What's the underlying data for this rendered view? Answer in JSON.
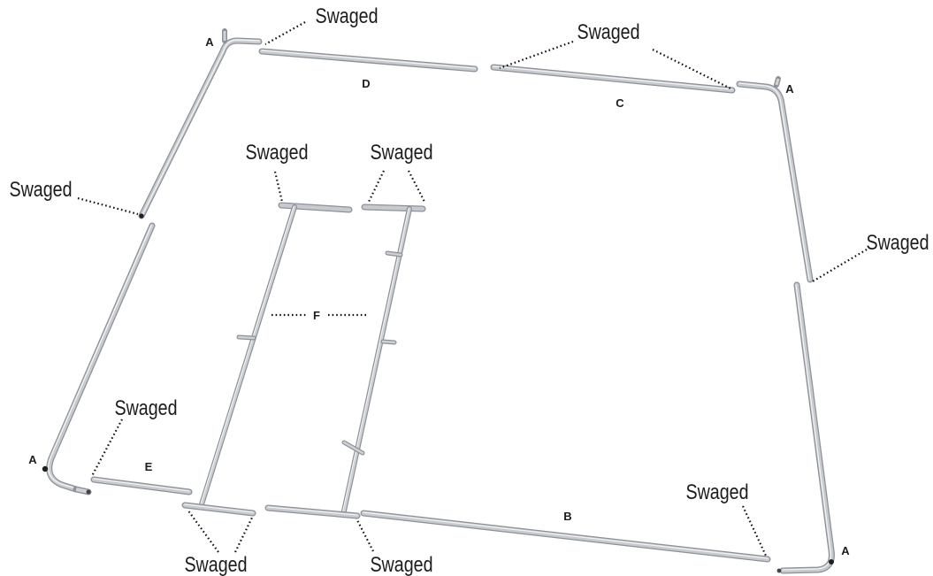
{
  "figure": {
    "callout_text": "Swaged",
    "part_letters": {
      "A": "A",
      "B": "B",
      "C": "C",
      "D": "D",
      "E": "E",
      "F": "F"
    }
  },
  "colors": {
    "background": "#ffffff",
    "tube_dark": "#8d9096",
    "tube_mid": "#c3c6cb",
    "tube_light": "#eef0f2",
    "text": "#1c1c1c"
  }
}
